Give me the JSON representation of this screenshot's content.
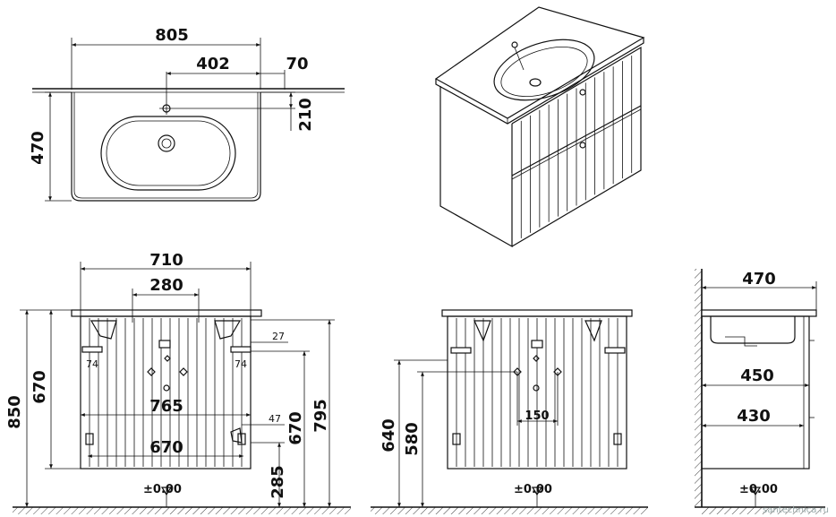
{
  "top_view": {
    "width": "805",
    "tap_offset": "402",
    "edge_offset": "70",
    "tap_depth": "210",
    "depth": "470"
  },
  "front_view": {
    "cabinet_width": "710",
    "rail_spacing": "280",
    "overall_height": "850",
    "cabinet_height": "670",
    "bracket_offset": "27",
    "bracket_small": "74",
    "mount_height": "795",
    "rail_width": "765",
    "inner_width": "670",
    "side_offset": "47",
    "side_height": "670",
    "floor_gap": "285",
    "floor_label": "±0.00"
  },
  "back_view": {
    "height_a": "640",
    "height_b": "580",
    "center_spacing": "150",
    "floor_label": "±0.00"
  },
  "side_view": {
    "depth_top": "470",
    "depth_mid": "450",
    "depth_bottom": "430",
    "floor_label": "±0.00"
  },
  "watermark": "santechnica.ru"
}
